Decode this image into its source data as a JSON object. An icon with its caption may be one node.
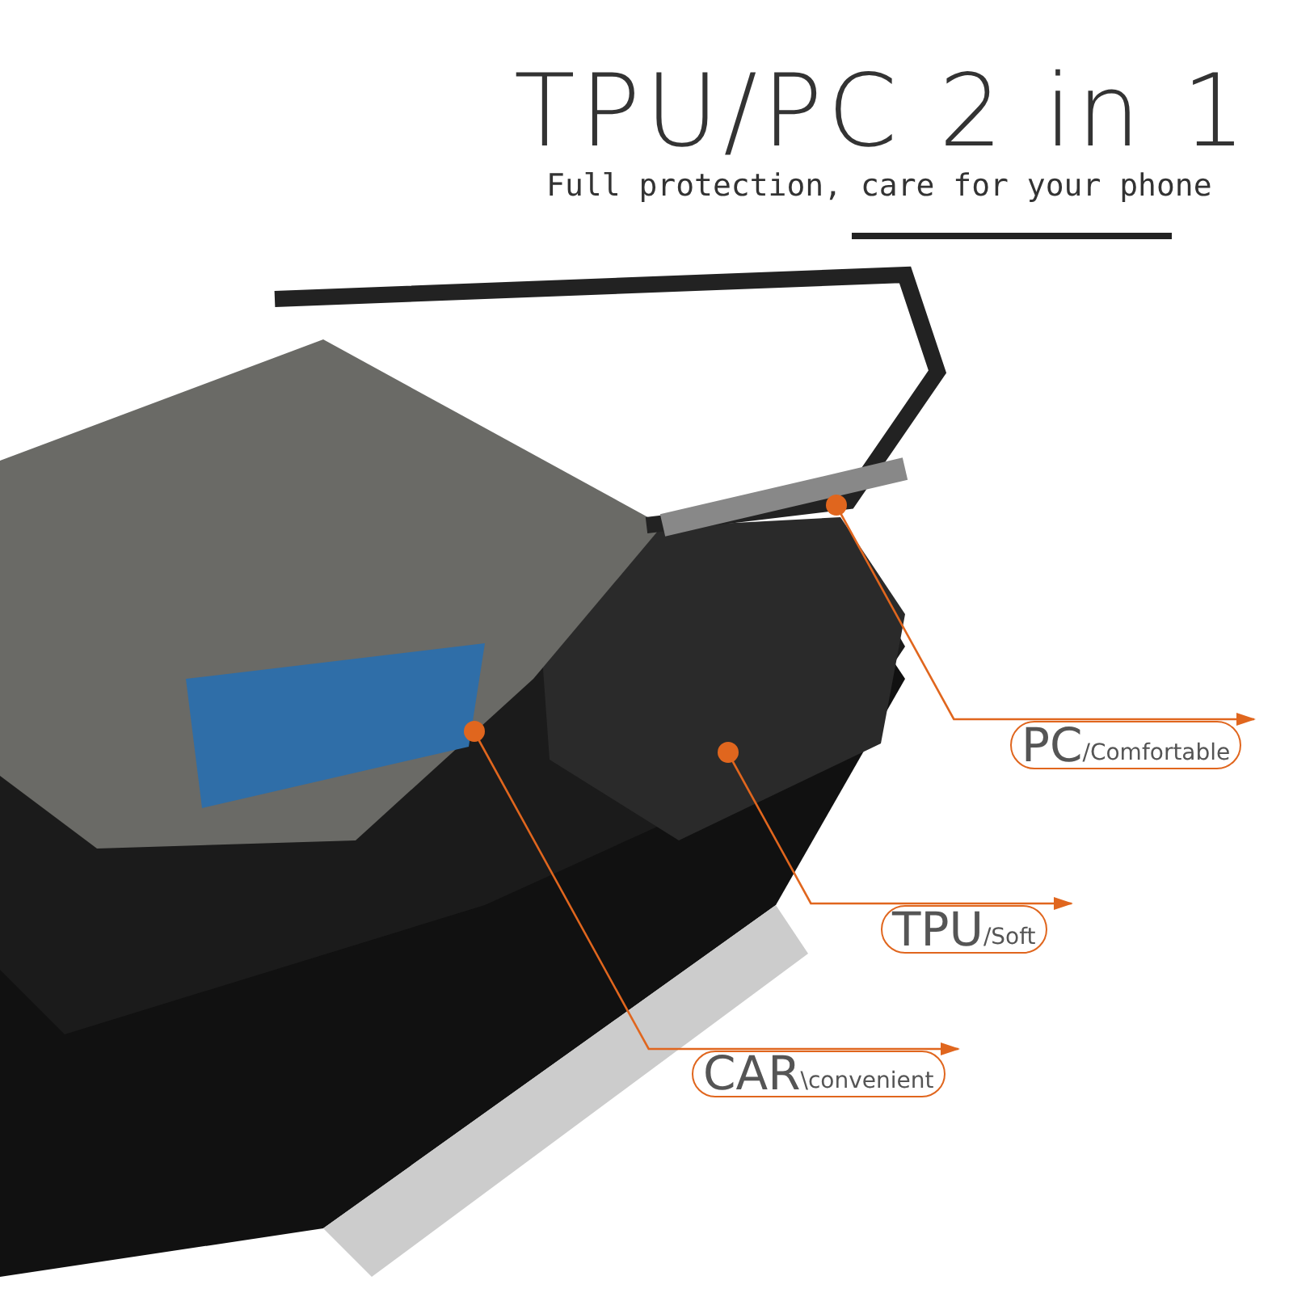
{
  "diagram": {
    "title": "TPU/PC 2 in 1",
    "nodes": [
      {
        "text": [
          "PC",
          "/Comfortable"
        ]
      },
      {
        "text": [
          "TPU",
          "/Soft"
        ]
      },
      {
        "text": [
          "CAR",
          "\\convenient"
        ]
      },
      {
        "text": [],
        "shape": "circle"
      },
      {
        "text": [],
        "shape": "circle"
      },
      {
        "text": [],
        "shape": "circle"
      }
    ],
    "edges": [
      {
        "from": 3,
        "to": 0,
        "arrow": "to"
      },
      {
        "from": 4,
        "to": 1,
        "arrow": "to"
      },
      {
        "from": 5,
        "to": 2,
        "arrow": "to"
      }
    ],
    "labels": [
      "Full protection, care for your phone"
    ]
  }
}
